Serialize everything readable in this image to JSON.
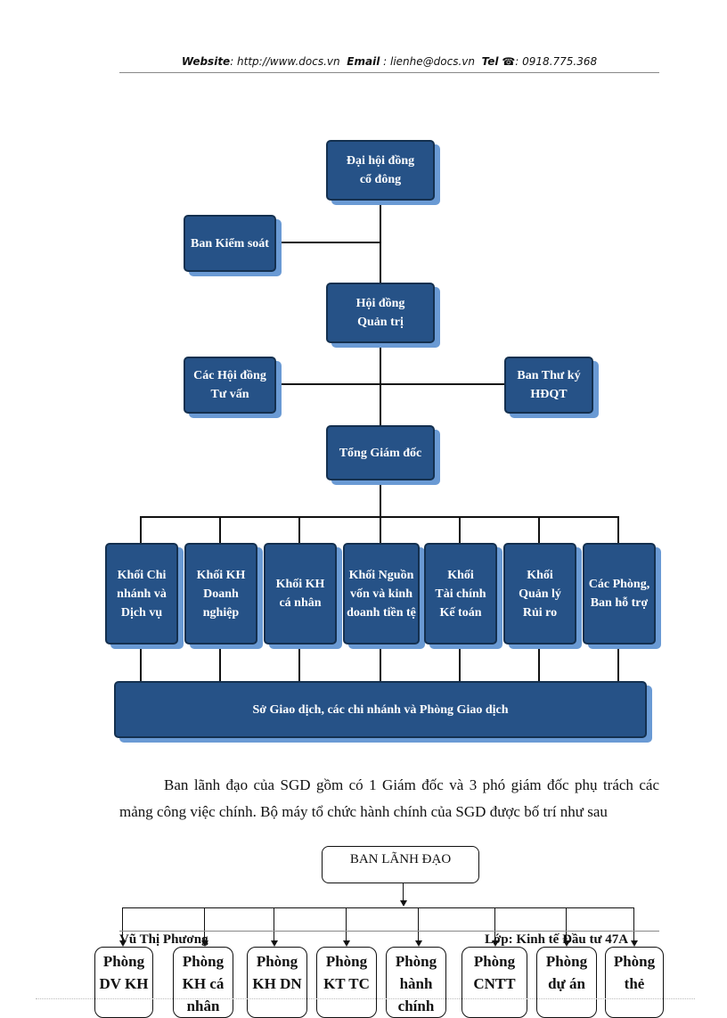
{
  "header": {
    "website_label": "Website",
    "website_value": ": http://www.docs.vn",
    "email_label": "Email",
    "email_value": ": lienhe@docs.vn",
    "tel_label": "Tel",
    "tel_icon": "phone-icon",
    "tel_value": ": 0918.775.368"
  },
  "org_chart": {
    "shareholders": "Đại hội đồng\ncổ đông",
    "supervisory": "Ban Kiểm soát",
    "board": "Hội đồng\nQuản trị",
    "advisory": "Các Hội đồng\nTư vấn",
    "secretariat": "Ban Thư ký\nHĐQT",
    "ceo": "Tổng Giám đốc",
    "divisions": [
      "Khối Chi\nnhánh và\nDịch vụ",
      "Khối KH\nDoanh\nnghiệp",
      "Khối KH\ncá nhân",
      "Khối Nguồn\nvốn và kinh\ndoanh tiền tệ",
      "Khối\nTài chính\nKế toán",
      "Khối\nQuản lý\nRủi ro",
      "Các Phòng,\nBan hỗ trợ"
    ],
    "branches": "Sở Giao dịch, các chi nhánh và Phòng Giao dịch",
    "box_color": "#265287",
    "shadow_color": "#6a9ad4"
  },
  "paragraph": "Ban lãnh đạo của SGD gồm có 1 Giám đốc và 3 phó giám đốc phụ trách các mảng công việc chính. Bộ máy tổ chức hành chính của SGD được bố trí như sau",
  "admin_chart": {
    "leader": "BAN LÃNH ĐẠO",
    "departments": [
      "Phòng\nDV KH",
      "Phòng\nKH cá\nnhân",
      "Phòng\nKH DN",
      "Phòng\nKT TC",
      "Phòng\nhành\nchính",
      "Phòng\nCNTT",
      "Phòng\ndự án",
      "Phòng\nthẻ"
    ]
  },
  "footer": {
    "author": "Vũ Thị Phương",
    "class": "Lớp: Kinh tế Đầu tư 47A"
  }
}
